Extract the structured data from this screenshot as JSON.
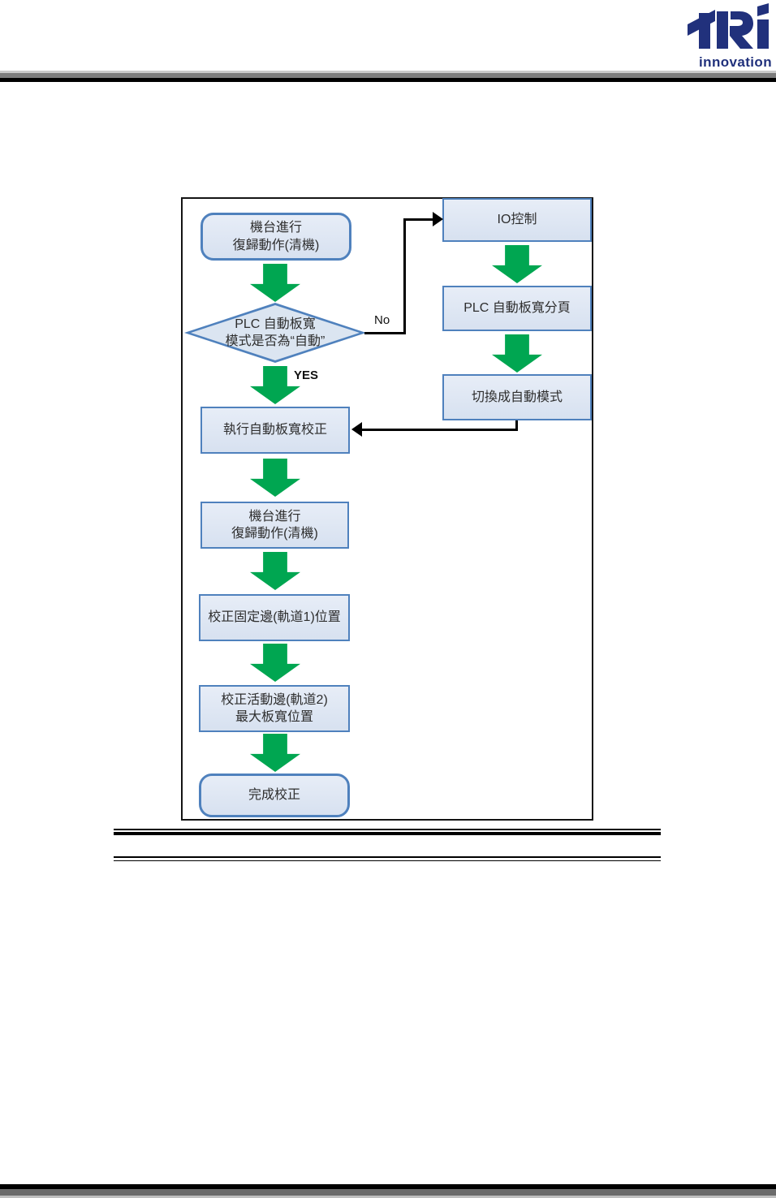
{
  "logo": {
    "brand": "TRI",
    "tagline": "innovation",
    "color": "#21317C"
  },
  "flowchart": {
    "left_nodes": [
      {
        "shape": "rounded",
        "text": "機台進行\n復歸動作(清機)"
      },
      {
        "shape": "diamond",
        "text": "PLC 自動板寬\n模式是否為“自動”"
      },
      {
        "shape": "rect",
        "text": "執行自動板寬校正"
      },
      {
        "shape": "rect",
        "text": "機台進行\n復歸動作(清機)"
      },
      {
        "shape": "rect",
        "text": "校正固定邊(軌道1)位置"
      },
      {
        "shape": "rect",
        "text": "校正活動邊(軌道2)\n最大板寬位置"
      },
      {
        "shape": "rounded",
        "text": "完成校正"
      }
    ],
    "right_nodes": [
      {
        "shape": "rect",
        "text": "IO控制"
      },
      {
        "shape": "rect",
        "text": "PLC 自動板寬分頁"
      },
      {
        "shape": "rect",
        "text": "切換成自動模式"
      }
    ],
    "branch_labels": {
      "no": "No",
      "yes": "YES"
    },
    "colors": {
      "node_fill": "#DCE6F2",
      "node_border": "#4F81BD",
      "arrow_green": "#00A651",
      "connector_black": "#000000",
      "frame_border": "#141414"
    }
  }
}
